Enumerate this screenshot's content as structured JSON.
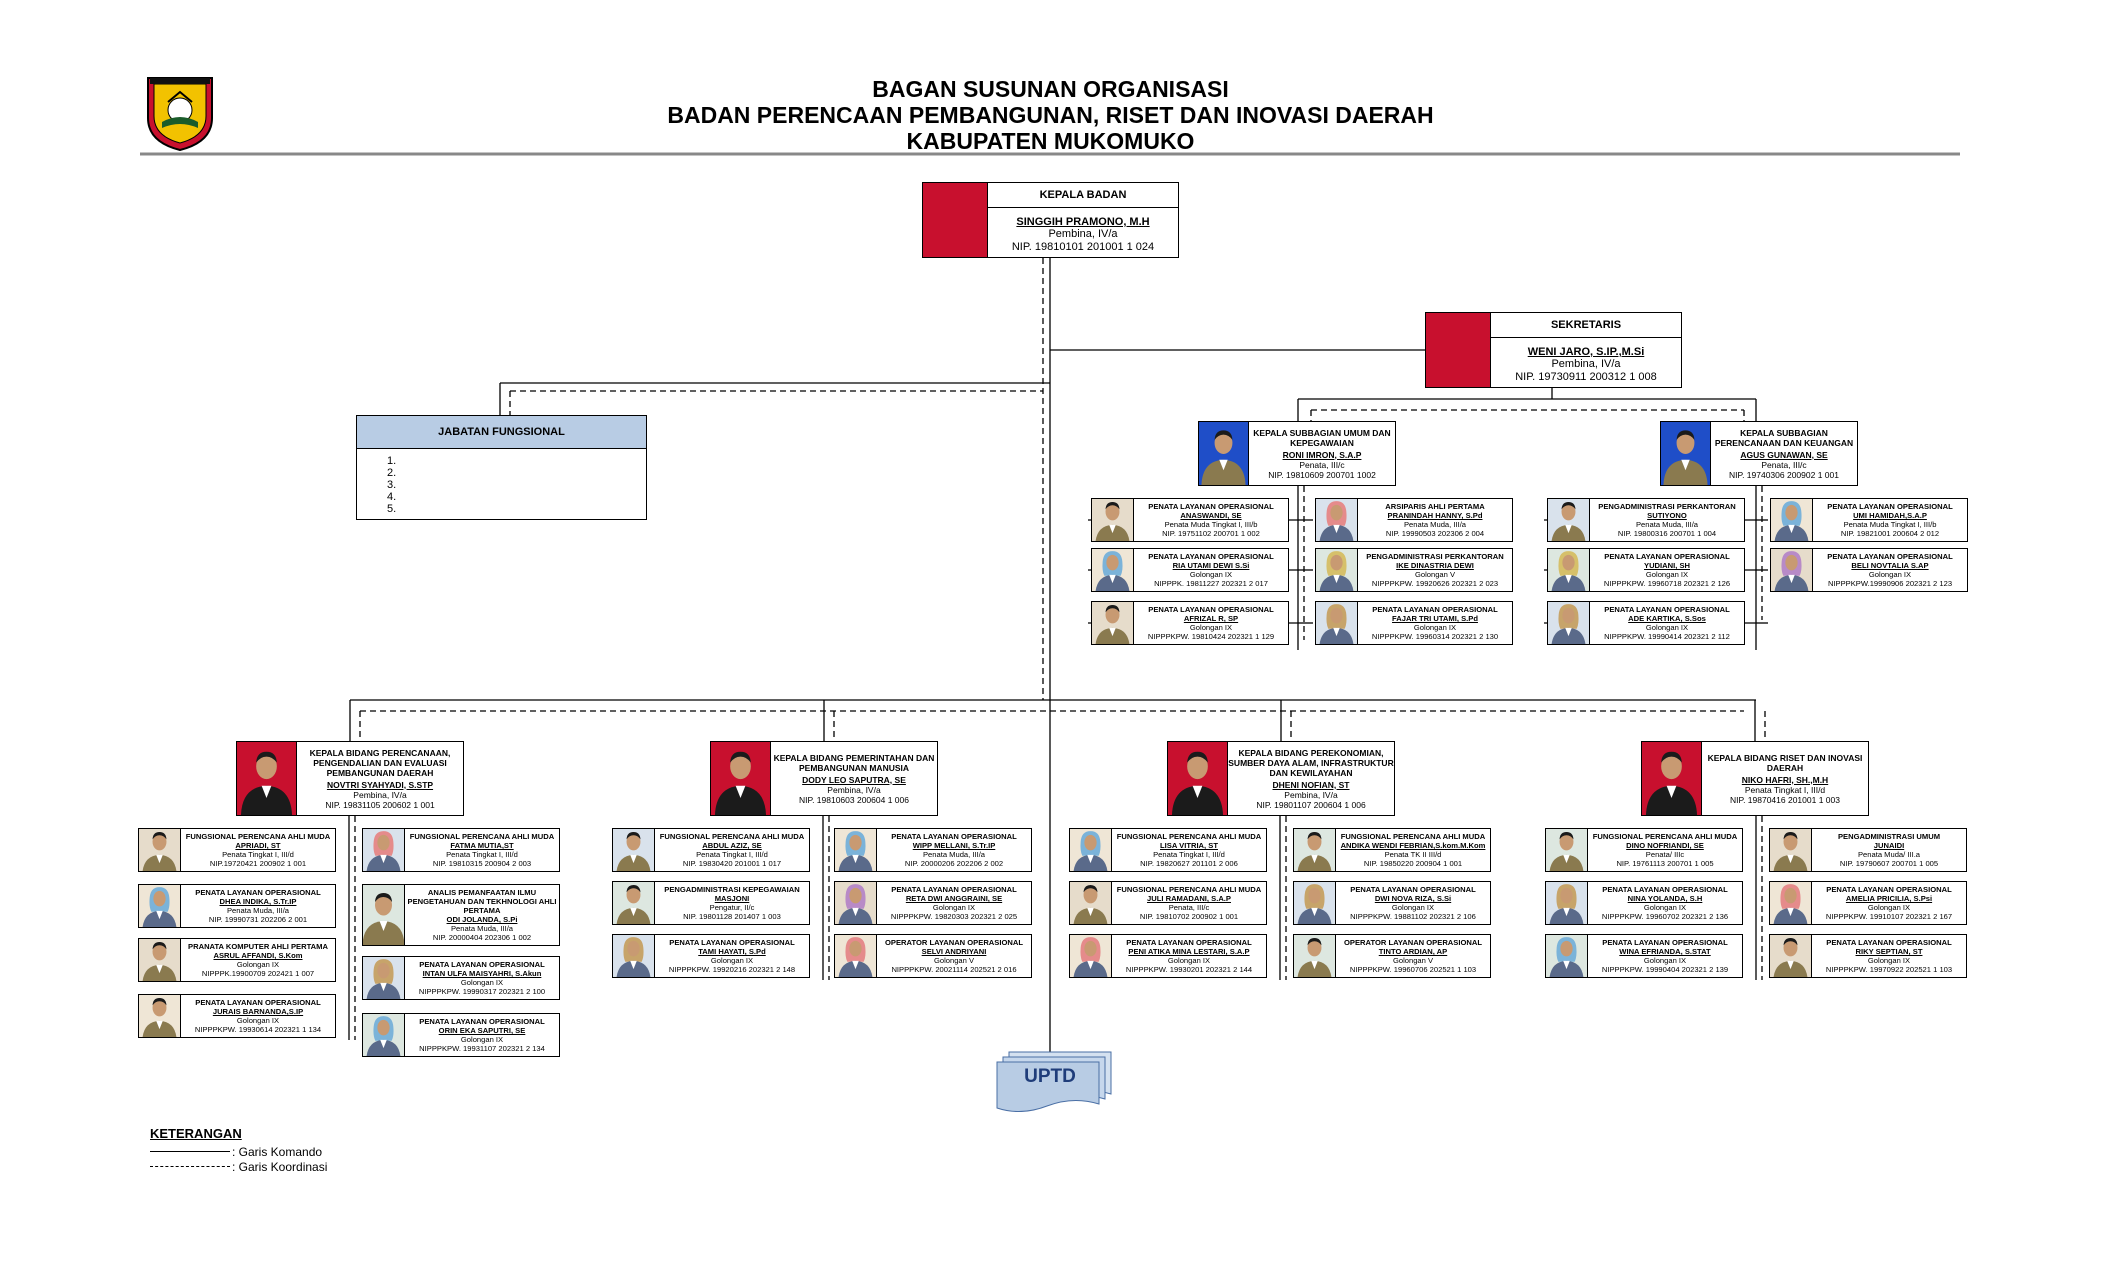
{
  "header": {
    "line1": "BAGAN SUSUNAN ORGANISASI",
    "line2": "BADAN PERENCAAN PEMBANGUNAN, RISET DAN INOVASI DAERAH",
    "line3": "KABUPATEN MUKOMUKO"
  },
  "kepala": {
    "title": "KEPALA BADAN",
    "name": "SINGGIH PRAMONO, M.H",
    "rank": "Pembina, IV/a",
    "nip": "NIP. 19810101 201001 1 024"
  },
  "sekretaris": {
    "title": "SEKRETARIS",
    "name": "WENI JARO, S.IP.,M.Si",
    "rank": "Pembina, IV/a",
    "nip": "NIP. 19730911 200312 1 008"
  },
  "jabatan_fungsional": {
    "title": "JABATAN FUNGSIONAL",
    "items": [
      "1.",
      "2.",
      "3.",
      "4.",
      "5."
    ]
  },
  "subbag": [
    {
      "title": "KEPALA SUBBAGIAN UMUM DAN KEPEGAWAIAN",
      "name": "RONI IMRON, S.A.P",
      "rank": "Penata, III/c",
      "nip": "NIP. 19810609 200701 1002",
      "staff": [
        {
          "title": "PENATA LAYANAN OPERASIONAL",
          "name": "ANASWANDI, SE",
          "rank": "Penata Muda Tingkat I, III/b",
          "nip": "NIP. 19751102 200701 1 002"
        },
        {
          "title": "ARSIPARIS AHLI PERTAMA",
          "name": "PRANINDAH HANNY, S.Pd",
          "rank": "Penata Muda, III/a",
          "nip": "NIP. 19990503 202306 2 004"
        },
        {
          "title": "PENATA LAYANAN OPERASIONAL",
          "name": "RIA UTAMI DEWI S.Si",
          "rank": "Golongan IX",
          "nip": "NIPPPK. 19811227 202321 2 017"
        },
        {
          "title": "PENGADMINISTRASI PERKANTORAN",
          "name": "IKE DINASTRIA DEWI",
          "rank": "Golongan V",
          "nip": "NIPPPKPW. 19920626 202321 2 023"
        },
        {
          "title": "PENATA LAYANAN OPERASIONAL",
          "name": "AFRIZAL R, SP",
          "rank": "Golongan IX",
          "nip": "NIPPPKPW. 19810424 202321 1 129"
        },
        {
          "title": "PENATA LAYANAN OPERASIONAL",
          "name": "FAJAR TRI UTAMI, S.Pd",
          "rank": "Golongan IX",
          "nip": "NIPPPKPW. 19960314 202321 2 130"
        }
      ]
    },
    {
      "title": "KEPALA SUBBAGIAN PERENCANAAN DAN KEUANGAN",
      "name": "AGUS GUNAWAN, SE",
      "rank": "Penata, III/c",
      "nip": "NIP. 19740306 200902 1 001",
      "staff": [
        {
          "title": "PENGADMINISTRASI PERKANTORAN",
          "name": "SUTIYONO",
          "rank": "Penata Muda, III/a",
          "nip": "NIP. 19800316 200701 1 004"
        },
        {
          "title": "PENATA LAYANAN OPERASIONAL",
          "name": "UMI HAMIDAH,S.A.P",
          "rank": "Penata Muda Tingkat I, III/b",
          "nip": "NIP. 19821001 200604 2 012"
        },
        {
          "title": "PENATA LAYANAN OPERASIONAL",
          "name": "YUDIANI, SH",
          "rank": "Golongan IX",
          "nip": "NIPPPKPW. 19960718 202321 2 126"
        },
        {
          "title": "PENATA LAYANAN OPERASIONAL",
          "name": "BELI NOVTALIA S.AP",
          "rank": "Golongan IX",
          "nip": "NIPPPKPW.19990906 202321 2 123"
        },
        {
          "title": "PENATA LAYANAN OPERASIONAL",
          "name": "ADE KARTIKA, S.Sos",
          "rank": "Golongan IX",
          "nip": "NIPPPKPW. 19990414 202321 2 112"
        }
      ]
    }
  ],
  "bidang": [
    {
      "title": "KEPALA BIDANG PERENCANAAN, PENGENDALIAN DAN EVALUASI PEMBANGUNAN DAERAH",
      "name": "NOVTRI SYAHYADI, S.STP",
      "rank": "Pembina, IV/a",
      "nip": "NIP. 19831105 200602 1 001",
      "staff": [
        {
          "title": "FUNGSIONAL PERENCANA AHLI MUDA",
          "name": "APRIADI, ST",
          "rank": "Penata Tingkat I, III/d",
          "nip": "NIP.19720421 200902 1 001"
        },
        {
          "title": "FUNGSIONAL PERENCANA AHLI MUDA",
          "name": "FATMA MUTIA,ST",
          "rank": "Penata Tingkat I, III/d",
          "nip": "NIP. 19810315 200904 2 003"
        },
        {
          "title": "PENATA LAYANAN OPERASIONAL",
          "name": "DHEA INDIKA, S.Tr.IP",
          "rank": "Penata Muda, III/a",
          "nip": "NIP. 19990731 202206 2 001"
        },
        {
          "title": "ANALIS PEMANFAATAN ILMU PENGETAHUAN DAN TEKHNOLOGI AHLI PERTAMA",
          "name": "ODI JOLANDA, S.Pi",
          "rank": "Penata Muda, III/a",
          "nip": "NIP. 20000404 202306 1 002"
        },
        {
          "title": "PRANATA KOMPUTER AHLI PERTAMA",
          "name": "ASRUL AFFANDI, S.Kom",
          "rank": "Golongan IX",
          "nip": "NIPPPK.19900709 202421 1 007"
        },
        {
          "title": "PENATA LAYANAN OPERASIONAL",
          "name": "INTAN ULFA MAISYAHRI, S.Akun",
          "rank": "Golongan IX",
          "nip": "NIPPPKPW. 19990317 202321 2 100"
        },
        {
          "title": "PENATA LAYANAN OPERASIONAL",
          "name": "JURAIS BARNANDA,S.IP",
          "rank": "Golongan IX",
          "nip": "NIPPPKPW. 19930614 202321 1 134"
        },
        {
          "title": "PENATA LAYANAN OPERASIONAL",
          "name": "ORIN EKA SAPUTRI, SE",
          "rank": "Golongan IX",
          "nip": "NIPPPKPW. 19931107 202321 2 134"
        }
      ]
    },
    {
      "title": "KEPALA BIDANG PEMERINTAHAN DAN PEMBANGUNAN MANUSIA",
      "name": "DODY LEO SAPUTRA, SE",
      "rank": "Pembina, IV/a",
      "nip": "NIP. 19810603 200604 1 006",
      "staff": [
        {
          "title": "FUNGSIONAL PERENCANA AHLI MUDA",
          "name": "ABDUL AZIZ, SE",
          "rank": "Penata Tingkat I, III/d",
          "nip": "NIP. 19830420 201001 1 017"
        },
        {
          "title": "PENATA LAYANAN OPERASIONAL",
          "name": "WIPP MELLANI, S.Tr.IP",
          "rank": "Penata Muda, III/a",
          "nip": "NIP. 20000206 202206 2 002"
        },
        {
          "title": "PENGADMINISTRASI KEPEGAWAIAN",
          "name": "MASJONI",
          "rank": "Pengatur, II/c",
          "nip": "NIP. 19801128 201407 1 003"
        },
        {
          "title": "PENATA LAYANAN OPERASIONAL",
          "name": "RETA DWI ANGGRAINI, SE",
          "rank": "Golongan IX",
          "nip": "NIPPPKPW. 19820303 202321 2 025"
        },
        {
          "title": "PENATA LAYANAN OPERASIONAL",
          "name": "TAMI HAYATI, S.Pd",
          "rank": "Golongan IX",
          "nip": "NIPPPKPW. 19920216 202321 2 148"
        },
        {
          "title": "OPERATOR LAYANAN OPERASIONAL",
          "name": "SELVI ANDRIYANI",
          "rank": "Golongan V",
          "nip": "NIPPPKPW. 20021114 202521 2 016"
        }
      ]
    },
    {
      "title": "KEPALA BIDANG PEREKONOMIAN, SUMBER DAYA ALAM, INFRASTRUKTUR DAN KEWILAYAHAN",
      "name": "DHENI NOFIAN, ST",
      "rank": "Pembina, IV/a",
      "nip": "NIP. 19801107 200604 1 006",
      "staff": [
        {
          "title": "FUNGSIONAL PERENCANA AHLI MUDA",
          "name": "LISA VITRIA, ST",
          "rank": "Penata Tingkat I, III/d",
          "nip": "NIP. 19820627 201101 2 006"
        },
        {
          "title": "FUNGSIONAL PERENCANA AHLI MUDA",
          "name": "ANDIKA WENDI FEBRIAN,S.kom.M.Kom",
          "rank": "Penata TK II III/d",
          "nip": "NIP. 19850220 200904 1 001"
        },
        {
          "title": "FUNGSIONAL PERENCANA AHLI MUDA",
          "name": "JULI RAMADANI, S.A.P",
          "rank": "Penata, III/c",
          "nip": "NIP. 19810702 200902 1 001"
        },
        {
          "title": "PENATA LAYANAN OPERASIONAL",
          "name": "DWI NOVA RIZA, S.Si",
          "rank": "Golongan IX",
          "nip": "NIPPPKPW. 19881102 202321 2 106"
        },
        {
          "title": "PENATA LAYANAN OPERASIONAL",
          "name": "PENI ATIKA MINA LESTARI, S.A.P",
          "rank": "Golongan IX",
          "nip": "NIPPPKPW. 19930201 202321 2 144"
        },
        {
          "title": "OPERATOR LAYANAN OPERASIONAL",
          "name": "TINTO ARDIAN, AP",
          "rank": "Golongan V",
          "nip": "NIPPPKPW. 19960706 202521 1 103"
        }
      ]
    },
    {
      "title": "KEPALA BIDANG RISET DAN INOVASI DAERAH",
      "name": "NIKO HAFRI, SH.,M.H",
      "rank": "Penata Tingkat I, III/d",
      "nip": "NIP. 19870416 201001 1 003",
      "staff": [
        {
          "title": "FUNGSIONAL PERENCANA AHLI MUDA",
          "name": "DINO NOFRIANDI, SE",
          "rank": "Penata/ IIIc",
          "nip": "NIP. 19761113 200701 1 005"
        },
        {
          "title": "PENGADMINISTRASI UMUM",
          "name": "JUNAIDI",
          "rank": "Penata Muda/ III.a",
          "nip": "NIP. 19790607 200701 1 005"
        },
        {
          "title": "PENATA LAYANAN OPERASIONAL",
          "name": "NINA YOLANDA, S.H",
          "rank": "Golongan IX",
          "nip": "NIPPPKPW. 19960702 202321 2 136"
        },
        {
          "title": "PENATA LAYANAN OPERASIONAL",
          "name": "AMELIA PRICILIA, S.Psi",
          "rank": "Golongan IX",
          "nip": "NIPPPKPW. 19910107 202321 2 167"
        },
        {
          "title": "PENATA LAYANAN OPERASIONAL",
          "name": "WINA EFRIANDA, S.STAT",
          "rank": "Golongan IX",
          "nip": "NIPPPKPW. 19990404 202321 2 139"
        },
        {
          "title": "PENATA LAYANAN OPERASIONAL",
          "name": "RIKY SEPTIAN, ST",
          "rank": "Golongan IX",
          "nip": "NIPPPKPW. 19970922 202521 1 103"
        }
      ]
    }
  ],
  "uptd": "UPTD",
  "legend": {
    "title": "KETERANGAN",
    "solid": ": Garis Komando",
    "dashed": ": Garis Koordinasi"
  },
  "colors": {
    "photo_red": "#c8102e",
    "photo_blue": "#1f4ec8",
    "photo_staff": "#e6dccb",
    "khaki": "#8a7a4f",
    "header_blue": "#b8cce4",
    "uptd_blue": "#b8cce4"
  }
}
